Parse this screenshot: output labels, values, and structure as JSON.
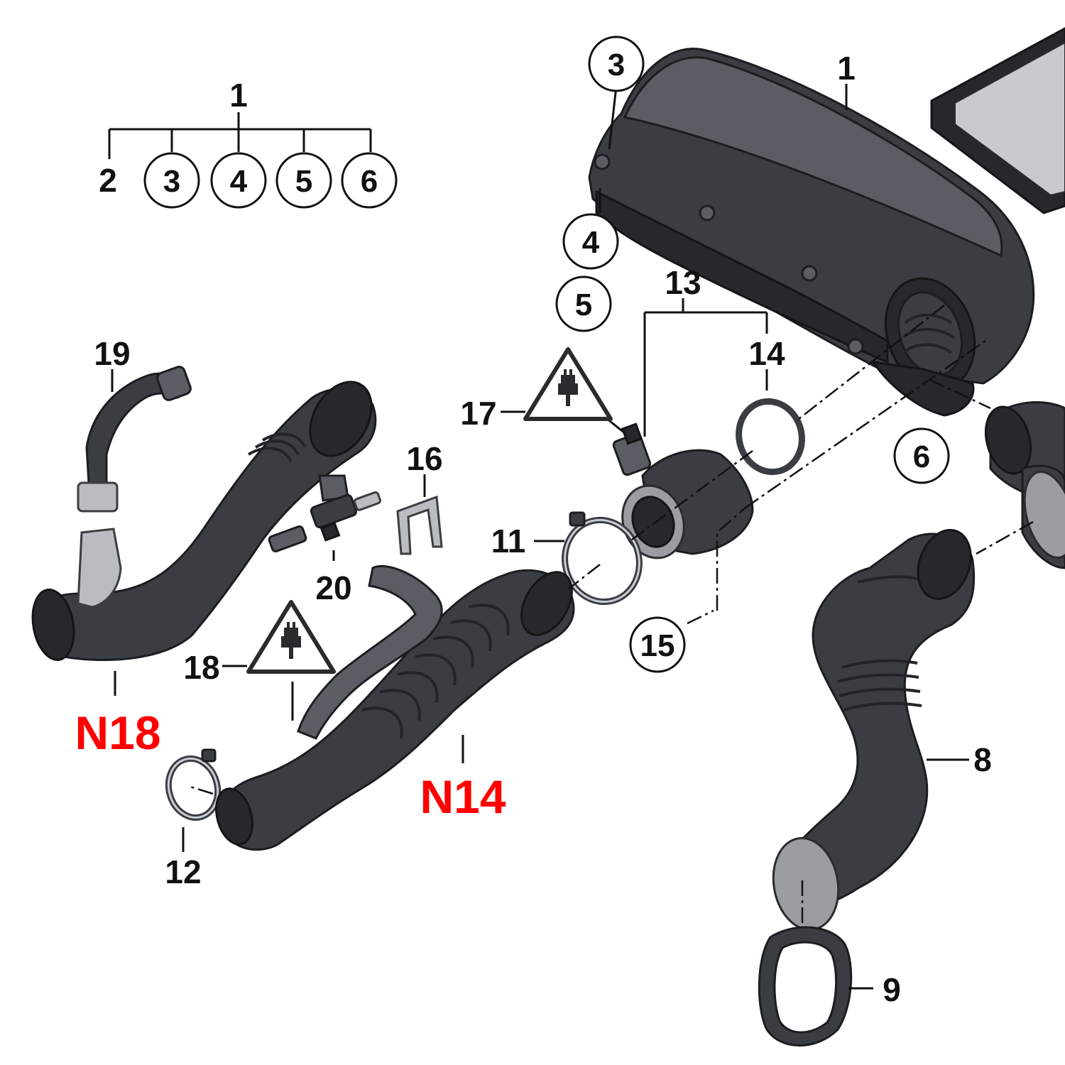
{
  "assembly": {
    "top_label": "1",
    "children": [
      "2",
      "3",
      "4",
      "5",
      "6"
    ]
  },
  "callouts": {
    "p1": "1",
    "p3": "3",
    "p4": "4",
    "p5": "5",
    "p6": "6",
    "p8": "8",
    "p9": "9",
    "p11": "11",
    "p12": "12",
    "p13": "13",
    "p14": "14",
    "p15": "15",
    "p16": "16",
    "p17": "17",
    "p18": "18",
    "p19": "19",
    "p20": "20"
  },
  "engine_labels": {
    "n18": "N18",
    "n14": "N14"
  },
  "colors": {
    "engine_label": "#ff0000",
    "part_body": "#3a3d42",
    "line": "#111111"
  },
  "icons": {
    "warning_plug_17": "electrical-connector-warning-icon",
    "warning_plug_18": "electrical-connector-warning-icon"
  }
}
